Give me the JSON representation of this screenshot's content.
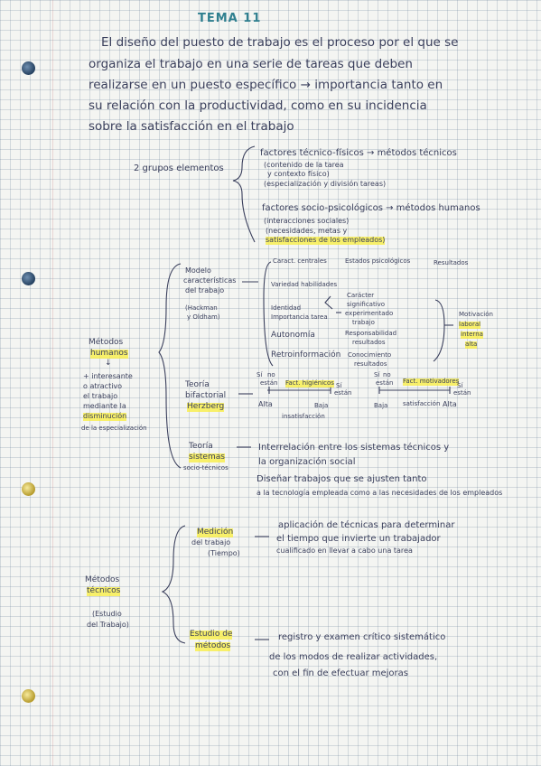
{
  "title": "TEMA 11",
  "intro": {
    "line1": "El diseño del puesto de trabajo es el proceso por el que se",
    "line2": "organiza el trabajo en una serie de tareas que deben",
    "line3": "realizarse en un puesto específico → importancia tanto en",
    "line4": "su relación con la productividad, como en su incidencia",
    "line5": "sobre la satisfacción en el trabajo"
  },
  "grupos": {
    "label": "2 grupos elementos",
    "tecnico": {
      "line1": "factores técnico-físicos → métodos técnicos",
      "line2": "(contenido de la tarea",
      "line3": "y contexto físico)",
      "line4": "(especialización y división tareas)"
    },
    "socio": {
      "line1": "factores socio-psicológicos → métodos humanos",
      "line2": "(interacciones sociales)",
      "line3": "(necesidades, metas y",
      "line4": "satisfacciones de los empleados)"
    }
  },
  "humanos": {
    "label1": "Métodos",
    "label2": "humanos",
    "arrow": "↓",
    "desc1": "+ interesante",
    "desc2": "o atractivo",
    "desc3": "el trabajo",
    "desc4": "mediante la",
    "desc5": "disminución",
    "desc6": "de la especialización"
  },
  "modelo": {
    "name1": "Modelo",
    "name2": "características",
    "name3": "del trabajo",
    "authors1": "(Hackman",
    "authors2": "y Oldham)",
    "col1": "Caract. centrales",
    "col2": "Estados psicológicos",
    "col3": "Resultados",
    "c1": "Variedad habilidades",
    "c2": "Identidad",
    "c3": "Importancia tarea",
    "c4": "Autonomía",
    "c5": "Retroinformación",
    "p1a": "Carácter",
    "p1b": "significativo",
    "p1c": "experimentado",
    "p1d": "trabajo",
    "p2a": "Responsabilidad",
    "p2b": "resultados",
    "p3a": "Conocimiento",
    "p3b": "resultados",
    "r1": "Motivación",
    "r2": "laboral",
    "r3": "interna",
    "r4": "alta"
  },
  "herzberg": {
    "name1": "Teoría",
    "name2": "bifactorial",
    "name3": "Herzberg",
    "left_no": "Sí",
    "left_no2": "no",
    "left_estan": "están",
    "fact_hig": "Fact. higiénicos",
    "left_si": "Sí",
    "left_si2": "están",
    "alta": "Alta",
    "baja": "Baja",
    "insat": "insatisfacción",
    "r_si": "Sí",
    "r_no": "no",
    "r_estan": "están",
    "fact_mot": "Fact. motivadores",
    "r_si2": "Sí",
    "r_estan2": "están",
    "baja2": "Baja",
    "satis": "satisfacción",
    "alta2": "Alta"
  },
  "sistemas": {
    "name1": "Teoría",
    "name2": "sistemas",
    "name3": "socio-técnicos",
    "line1": "Interrelación entre los sistemas técnicos y",
    "line2": "la organización social",
    "line3": "Diseñar trabajos que se ajusten tanto",
    "line4": "a la tecnología empleada como a las necesidades de los empleados"
  },
  "tecnicos": {
    "label1": "Métodos",
    "label2": "técnicos",
    "sub1": "(Estudio",
    "sub2": "del Trabajo)",
    "med1": "Medición",
    "med2": "del trabajo",
    "med3": "(Tiempo)",
    "med_line1": "aplicación de técnicas para determinar",
    "med_line2": "el tiempo que invierte un trabajador",
    "med_line3": "cualificado en llevar a cabo una tarea",
    "est1": "Estudio de",
    "est2": "métodos",
    "est_line1": "registro y examen crítico sistemático",
    "est_line2": "de los modos de realizar actividades,",
    "est_line3": "con el fin de efectuar mejoras"
  }
}
